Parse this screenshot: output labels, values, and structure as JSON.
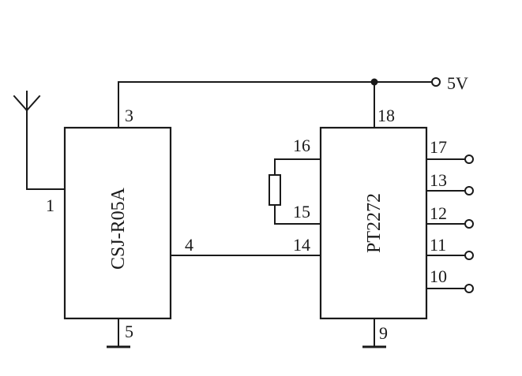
{
  "power": {
    "label": "5V"
  },
  "receiver": {
    "name": "CSJ-R05A",
    "pins": {
      "antenna": "1",
      "vcc": "3",
      "data": "4",
      "gnd": "5"
    }
  },
  "decoder": {
    "name": "PT2272",
    "pins": {
      "vcc": "18",
      "osc1": "16",
      "osc2": "15",
      "din": "14",
      "gnd": "9",
      "d17": "17",
      "d13": "13",
      "d12": "12",
      "d11": "11",
      "d10": "10"
    }
  }
}
